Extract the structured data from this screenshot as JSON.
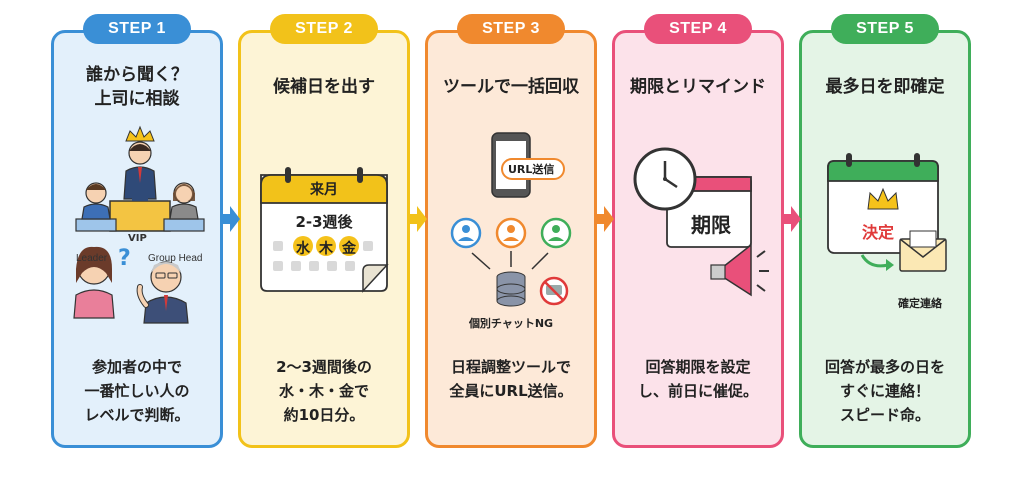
{
  "colors": {
    "step1": "#3a8fd6",
    "step1_bg": "#e3f0fb",
    "step2": "#f2c21a",
    "step2_bg": "#fdf4d6",
    "step3": "#f0892e",
    "step3_bg": "#fde9d8",
    "step4": "#e9507a",
    "step4_bg": "#fce2ea",
    "step5": "#3fae5a",
    "step5_bg": "#e4f4e6"
  },
  "steps": [
    {
      "badge": "STEP 1",
      "title": "誰から聞く？\n上司に相談",
      "labels": {
        "vip": "VIP",
        "leader": "Leader",
        "group_head": "Group Head"
      },
      "desc": "参加者の中で\n一番忙しい人の\nレベルで判断。"
    },
    {
      "badge": "STEP 2",
      "title": "候補日を出す",
      "labels": {
        "month": "来月",
        "weeks": "2-3週後",
        "days": [
          "水",
          "木",
          "金"
        ]
      },
      "desc": "2〜3週間後の\n水・木・金で\n約10日分。"
    },
    {
      "badge": "STEP 3",
      "title": "ツールで一括回収",
      "labels": {
        "url": "URL送信",
        "ng": "個別チャットNG"
      },
      "desc": "日程調整ツールで\n全員にURL送信。"
    },
    {
      "badge": "STEP 4",
      "title": "期限とリマインド",
      "labels": {
        "deadline": "期限"
      },
      "desc": "回答期限を設定\nし、前日に催促。"
    },
    {
      "badge": "STEP 5",
      "title": "最多日を即確定",
      "labels": {
        "decided": "決定",
        "confirm": "確定連絡"
      },
      "desc": "回答が最多の日を\nすぐに連絡！\nスピード命。"
    }
  ],
  "icons": [
    "crown-icon",
    "question-icon",
    "calendar-icon",
    "smartphone-icon",
    "user-icon",
    "database-icon",
    "no-chat-icon",
    "clock-icon",
    "megaphone-icon",
    "envelope-icon",
    "arrow-right-icon"
  ]
}
